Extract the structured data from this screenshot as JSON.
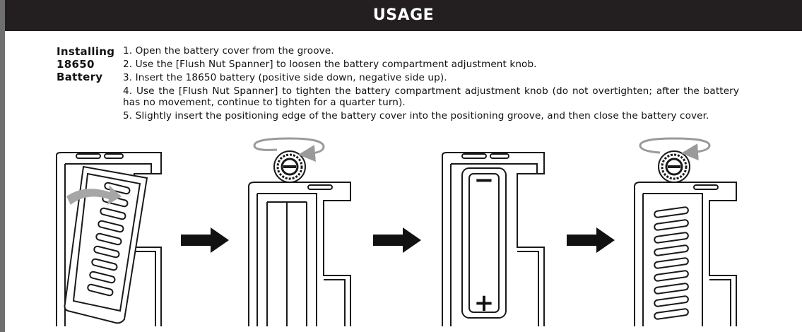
{
  "header": {
    "title": "USAGE"
  },
  "section": {
    "label_lines": [
      "Installing",
      "18650",
      "Battery"
    ],
    "steps": [
      "1. Open the battery cover from the groove.",
      "2. Use the [Flush Nut Spanner] to loosen the battery compartment adjustment knob.",
      "3. Insert the 18650 battery (positive side down, negative side up).",
      "4. Use the [Flush Nut Spanner] to tighten the battery compartment adjustment knob (do not overtighten; after the battery has no movement, continue to tighten for a quarter turn).",
      "5. Slightly insert the positioning edge of the battery cover into the positioning groove, and then close the battery cover."
    ]
  },
  "illustrations": {
    "stages": [
      "open-cover",
      "loosen-knob",
      "insert-battery",
      "tighten-knob-close-cover"
    ],
    "battery_negative_symbol": "−",
    "battery_positive_symbol": "+",
    "colors": {
      "line": "#1a1a1a",
      "arrow": "#111111",
      "rotate_arrow": "#9a9a9a",
      "fill_grey": "#a6a6a6"
    }
  }
}
